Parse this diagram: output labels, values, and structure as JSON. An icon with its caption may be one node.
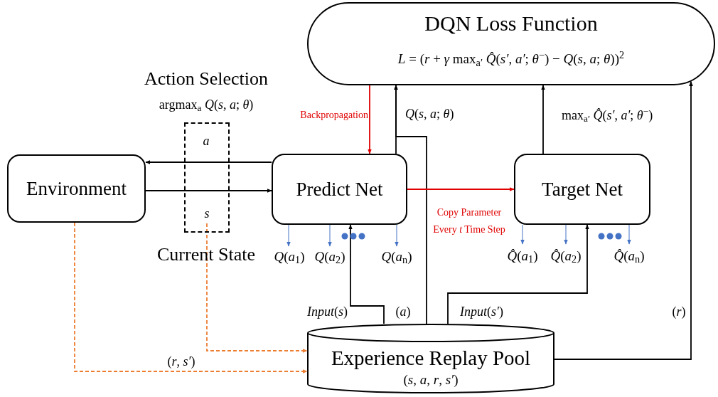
{
  "diagram": {
    "nodes": [
      {
        "text": [
          "DQN Loss Function",
          "*L* = (*r* + *γ* max$_{a′}$ *Q̂*(*s′*, *a′*; *θ*$^{−}$) − *Q*(*s*, *a*; *θ*))$^{2}$"
        ]
      },
      {
        "text": [
          "*s*"
        ]
      },
      {
        "text": [
          "Environment"
        ]
      },
      {
        "text": [
          "Predict Net"
        ]
      },
      {
        "text": [
          "Target Net"
        ]
      },
      {
        "text": [
          "Experience Replay Pool",
          "(*s*, *a*, *r*, *s′*)"
        ]
      },
      {
        "text": [
          "*Q*(*a*$_{1}$)"
        ]
      },
      {
        "text": [
          "*Q*(*a*$_{2}$)"
        ]
      },
      {
        "text": [
          "*Q*(*a*$_{n}$)"
        ]
      },
      {
        "text": [
          "*Q̂*(*a*$_{1}$)"
        ]
      },
      {
        "text": [
          "*Q̂*(*a*$_{2}$)"
        ]
      },
      {
        "text": [
          "*Q̂*(*a*$_{n}$)"
        ]
      }
    ],
    "edges": [
      {
        "from": 3,
        "to": 2,
        "arrow": "to"
      },
      {
        "from": 2,
        "to": 3,
        "arrow": "to"
      },
      {
        "from": 0,
        "to": 3,
        "arrow": "to",
        "label": "Backpropagation",
        "color": "#e00000"
      },
      {
        "from": 3,
        "to": 0,
        "arrow": "to",
        "label": "*Q*(*s*, *a*; *θ*)"
      },
      {
        "from": 5,
        "to": 0,
        "arrow": "to",
        "label": "(*a*)"
      },
      {
        "from": 3,
        "to": 4,
        "arrow": "to",
        "label": "Copy Parameter Every *t* Time Step",
        "color": "#e00000"
      },
      {
        "from": 4,
        "to": 0,
        "arrow": "to",
        "label": "max$_{a′}$ *Q̂*(*s′*, *a′*; *θ*$^{−}$)"
      },
      {
        "from": 5,
        "to": 3,
        "arrow": "to",
        "label": "*Input*(*s*)"
      },
      {
        "from": 5,
        "to": 4,
        "arrow": "to",
        "label": "*Input*(*s′*)"
      },
      {
        "from": 5,
        "to": 0,
        "arrow": "to",
        "label": "(*r*)"
      },
      {
        "from": 2,
        "to": 5,
        "arrow": "to",
        "label": "(*r*, *s′*)",
        "style": "dashed",
        "color": "#ed7d31"
      },
      {
        "from": 1,
        "to": 5,
        "arrow": "to",
        "style": "dashed",
        "color": "#ed7d31"
      },
      {
        "from": 3,
        "to": 6,
        "arrow": "to",
        "color": "#4472c4"
      },
      {
        "from": 3,
        "to": 7,
        "arrow": "to",
        "color": "#4472c4"
      },
      {
        "from": 3,
        "to": 8,
        "arrow": "to",
        "color": "#4472c4"
      },
      {
        "from": 4,
        "to": 9,
        "arrow": "to",
        "color": "#4472c4"
      },
      {
        "from": 4,
        "to": 10,
        "arrow": "to",
        "color": "#4472c4"
      },
      {
        "from": 4,
        "to": 11,
        "arrow": "to",
        "color": "#4472c4"
      }
    ],
    "labels": [
      "Action Selection",
      "argmax$_{a}$ *Q*(*s*, *a*; *θ*)",
      "*a*",
      "Current State"
    ]
  }
}
